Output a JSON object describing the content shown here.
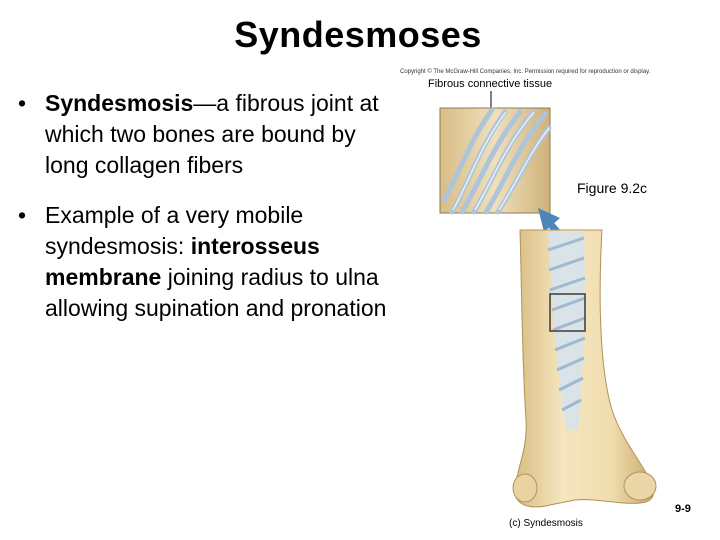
{
  "slide": {
    "title": "Syndesmoses",
    "copyright": "Copyright © The McGraw-Hill Companies, Inc. Permission required for reproduction or display.",
    "bullet1": {
      "term": "Syndesmosis",
      "rest": "—a fibrous joint at which two bones are bound by long collagen fibers"
    },
    "bullet2": {
      "intro": "Example of a very mobile syndesmosis: ",
      "term": "interosseus membrane",
      "rest": " joining radius to ulna allowing supination and pronation"
    },
    "bullet_symbol": "•",
    "figure": {
      "label_tissue": "Fibrous connective tissue",
      "figure_id": "Figure 9.2c",
      "caption": "(c) Syndesmosis"
    },
    "page_number": "9-9",
    "colors": {
      "bone": "#f0deb2",
      "bone_shade": "#c9a86a",
      "fiber": "#b9cde0",
      "arrow": "#4d86b8"
    }
  }
}
